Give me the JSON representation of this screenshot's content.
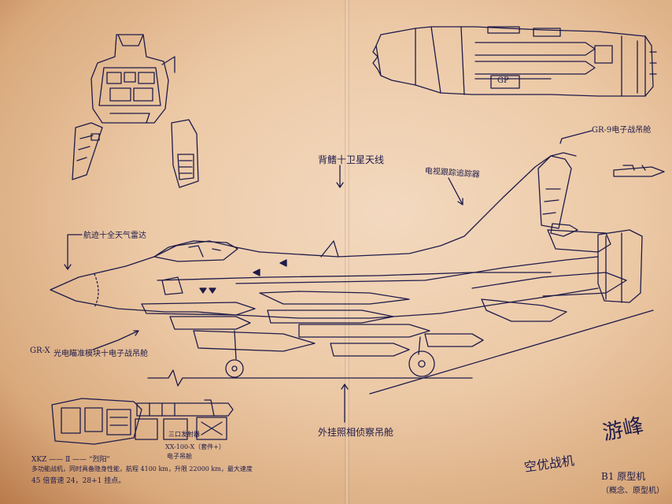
{
  "annotations": {
    "dorsal_antenna": "背鳍十卫星天线",
    "tail_warning": "电视跟踪追踪器",
    "ecm_pod": "GR-9电子战吊舱",
    "canopy_sensor": "航迹十全天气雷达",
    "side_sensor_prefix": "GR-X",
    "side_sensor": "光电瞄准模块十电子战吊舱",
    "external_pod": "外挂照相侦察吊舱",
    "pod_tag_gp": "GP",
    "pod_caption": "XX-100-X（套件+）",
    "pod_caption2": "电子吊舱",
    "crate_caption": "三口发射器"
  },
  "notes": {
    "line1": "XKZ —— Ⅱ —— “烈阳\"",
    "line2": "多功能战机，同时具备隐身性能，航程 4100 km，升限 22000 km，最大速度",
    "line3": "45 倍音速 24，28+1 挂点。"
  },
  "signature": {
    "title": "空优战机",
    "name": "游峰",
    "subtitle": "B1 原型机",
    "note": "（概念、原型机）"
  },
  "colors": {
    "paper": "#ecc9a6",
    "ink": "#1e1b4a"
  }
}
